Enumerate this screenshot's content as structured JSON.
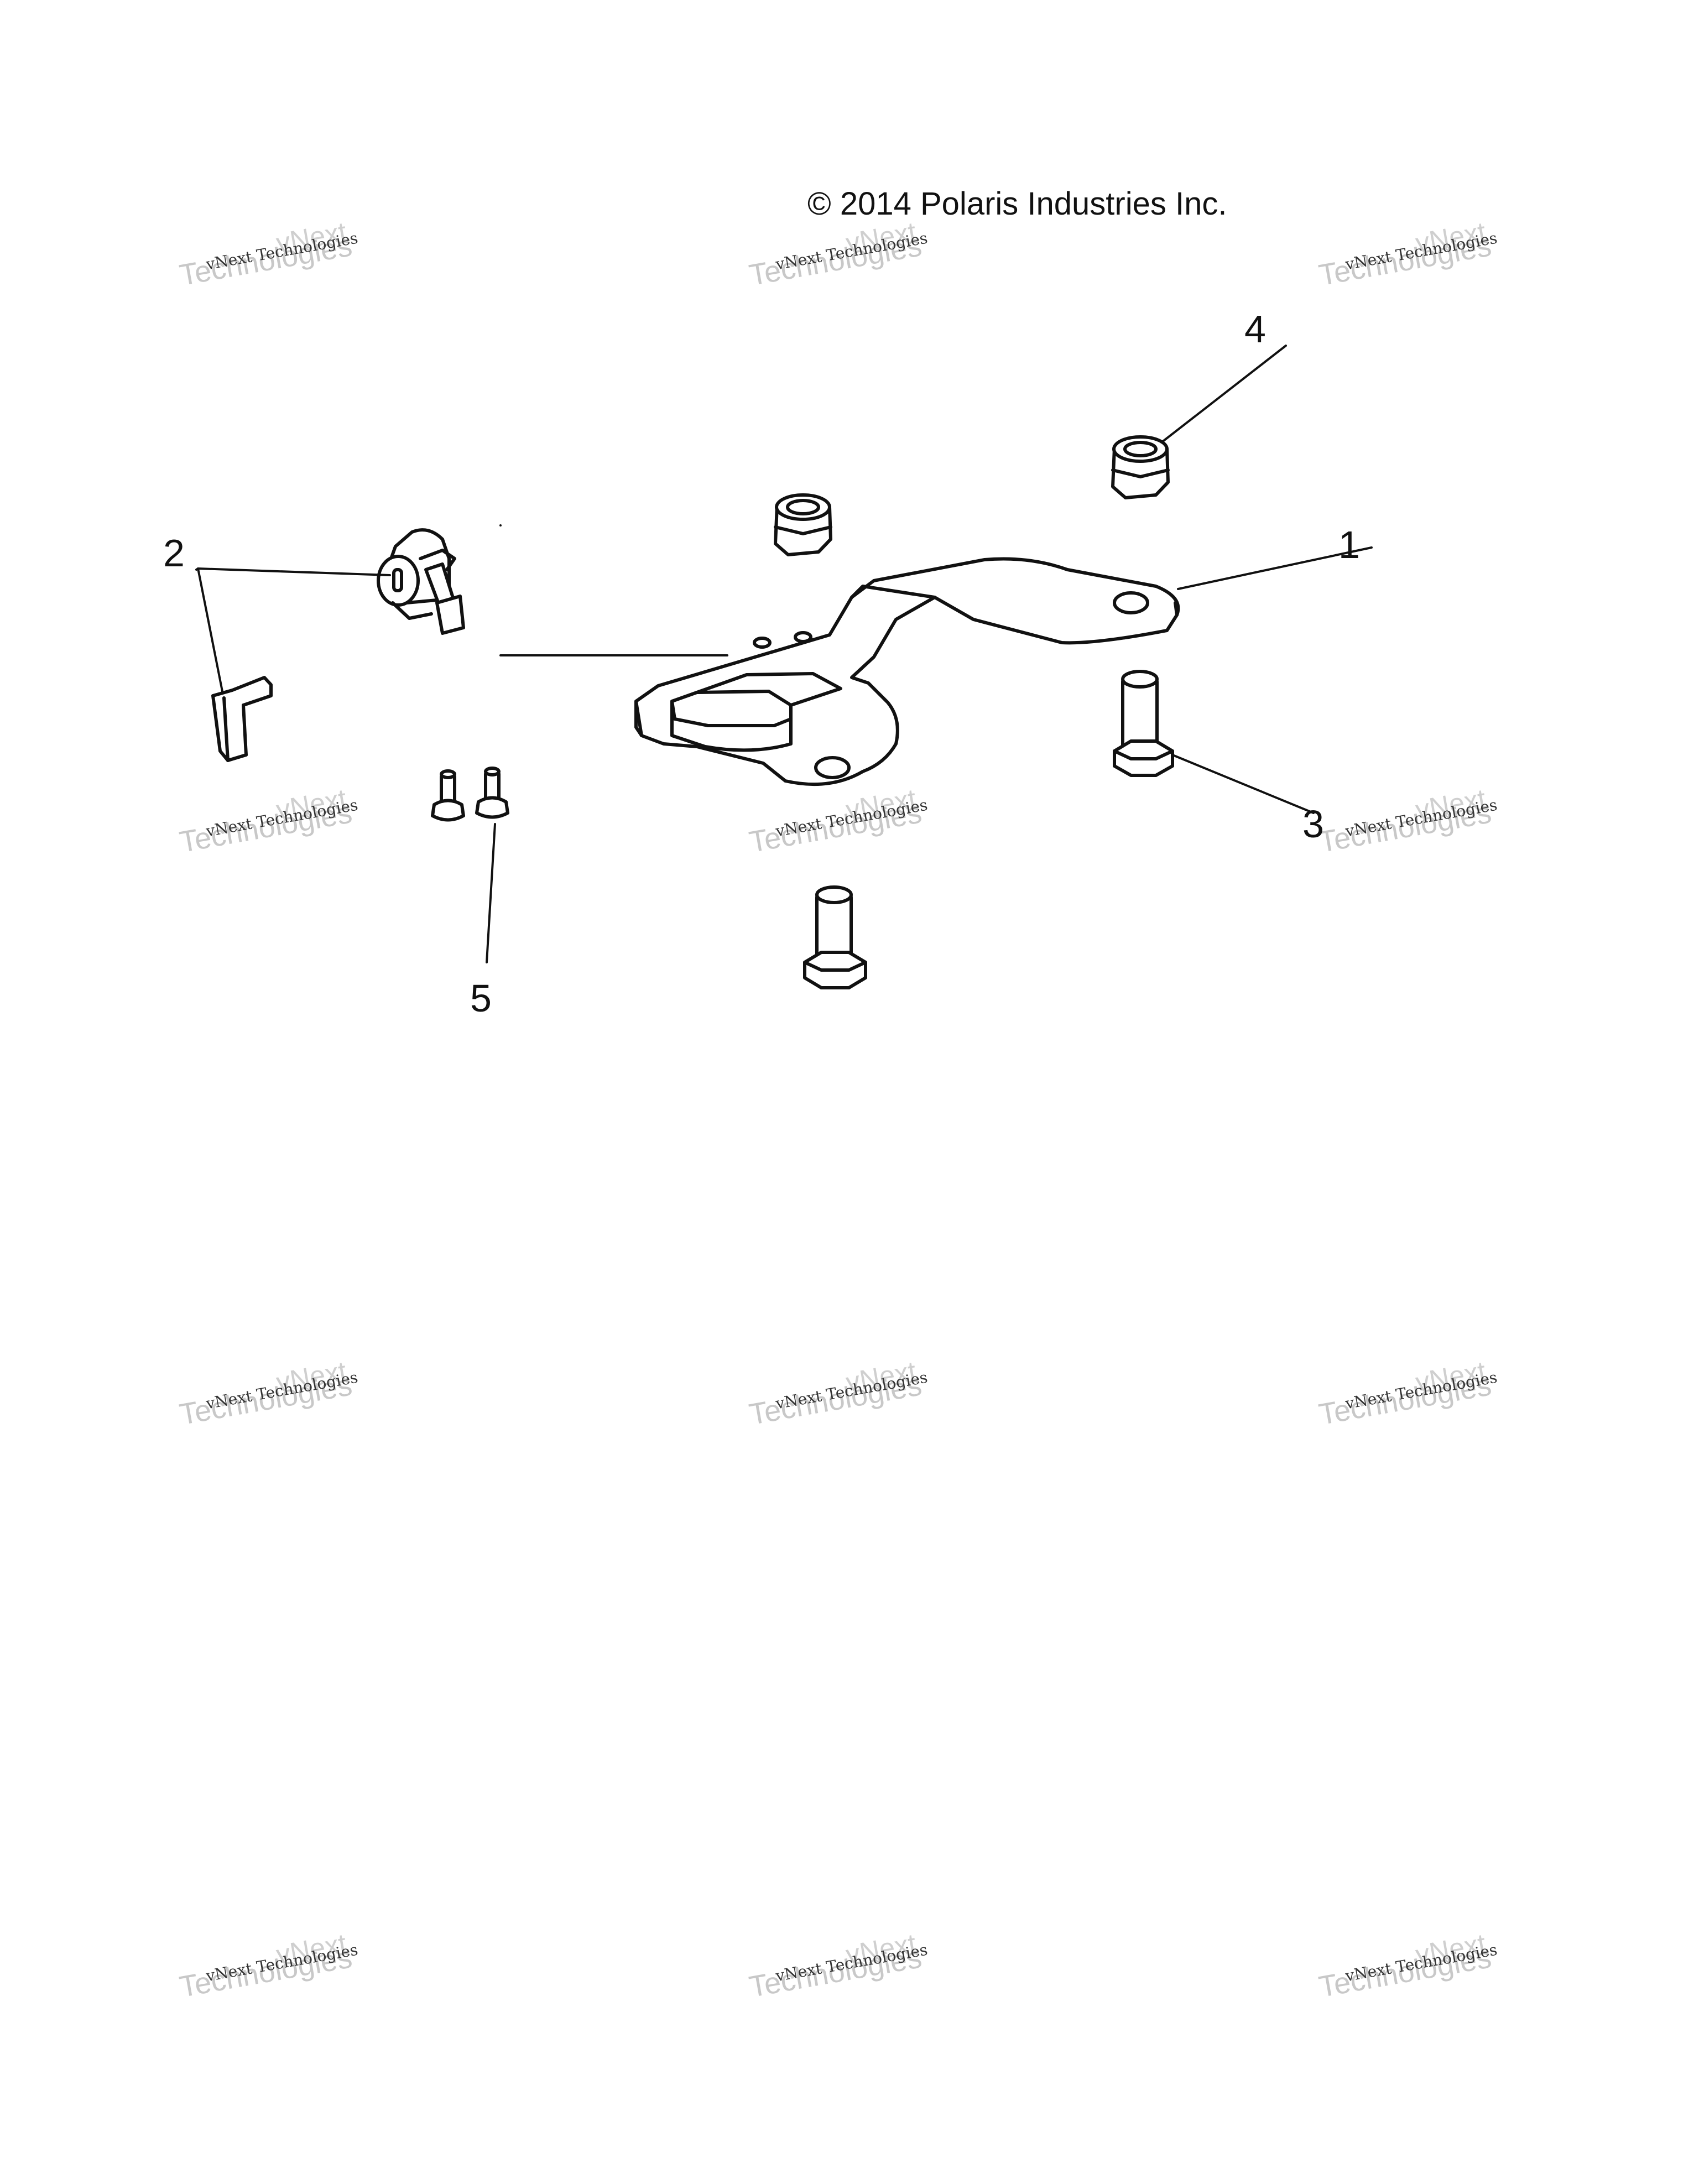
{
  "copyright": "© 2014 Polaris Industries Inc.",
  "watermark": {
    "line_large": "Technologies",
    "line_top": "vNext",
    "line_small": "vNext Technologies"
  },
  "callouts": {
    "part_1": "1",
    "part_2": "2",
    "part_3": "3",
    "part_4": "4",
    "part_5": "5"
  },
  "colors": {
    "line": "#111111",
    "watermark": "#c8c8c8",
    "background": "#ffffff"
  }
}
